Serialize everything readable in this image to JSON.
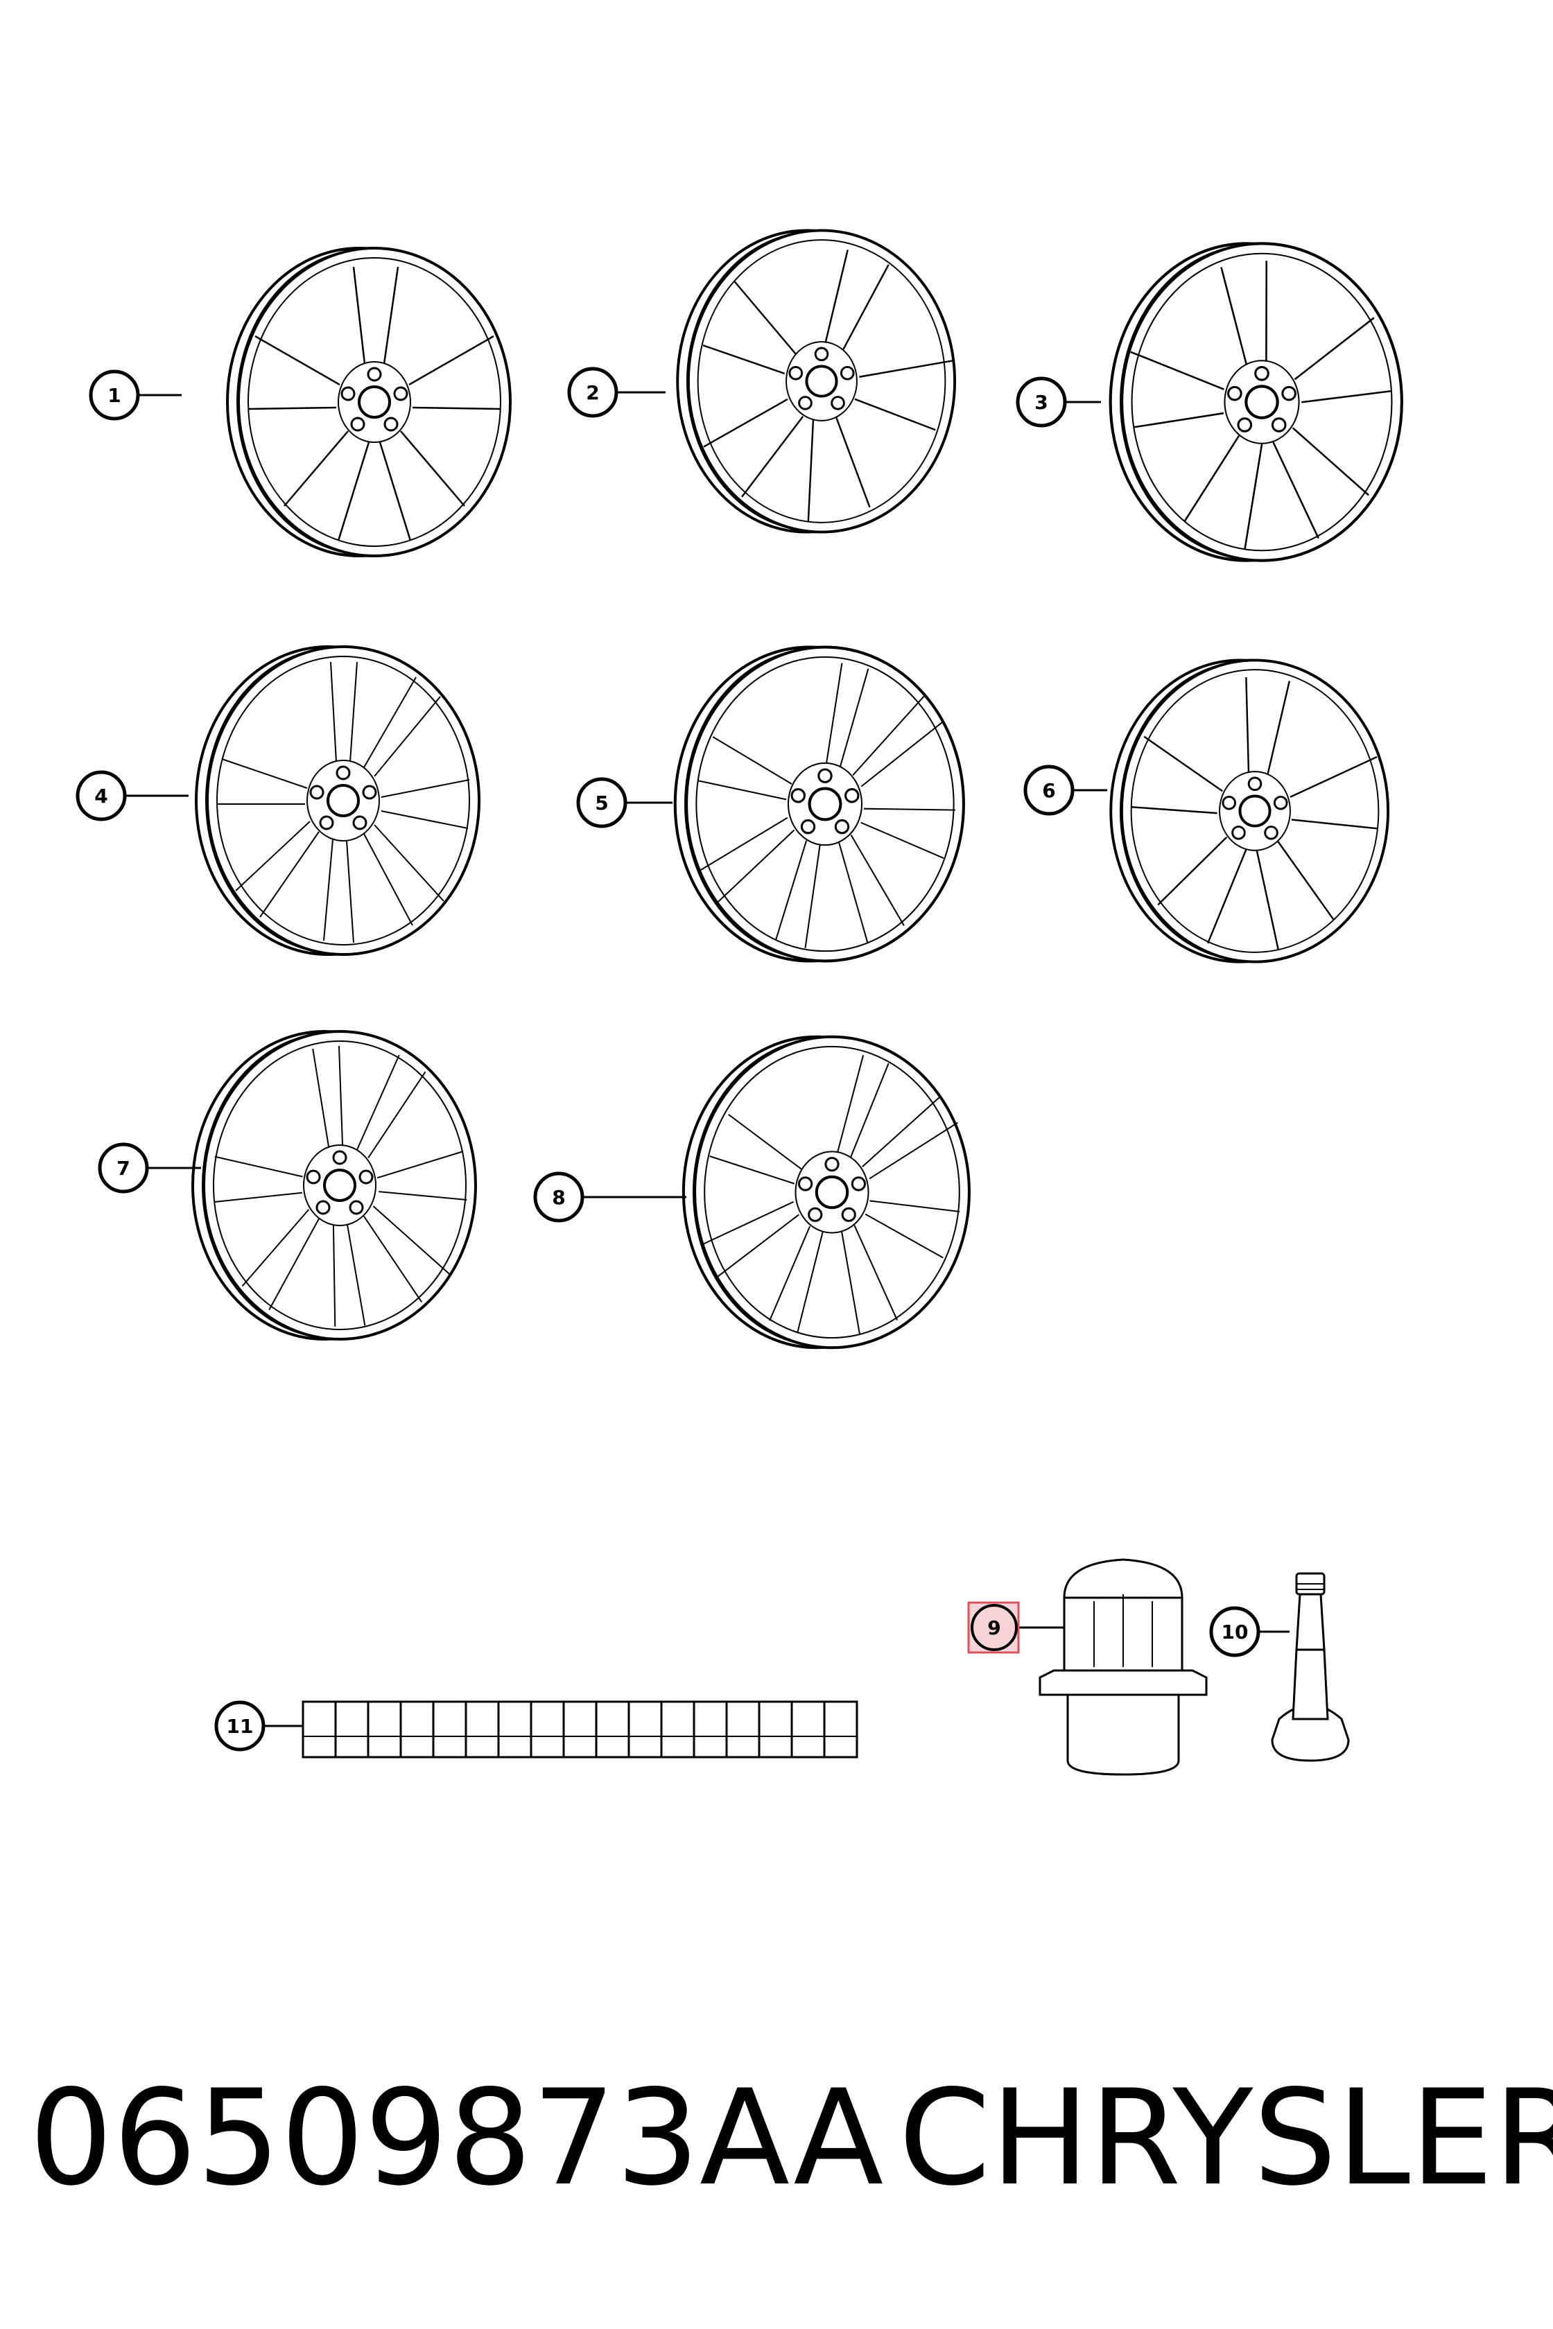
{
  "callouts": [
    {
      "label": "1"
    },
    {
      "label": "2"
    },
    {
      "label": "3"
    },
    {
      "label": "4"
    },
    {
      "label": "5"
    },
    {
      "label": "6"
    },
    {
      "label": "7"
    },
    {
      "label": "8"
    },
    {
      "label": "9"
    },
    {
      "label": "10"
    },
    {
      "label": "11"
    }
  ],
  "highlighted_callout": "9",
  "colors": {
    "line": "#000000",
    "highlight_fill": "#f6d3d7",
    "highlight_stroke": "#d9535f"
  },
  "footer": {
    "part_number": "06509873AA",
    "brand": "CHRYSLER"
  }
}
